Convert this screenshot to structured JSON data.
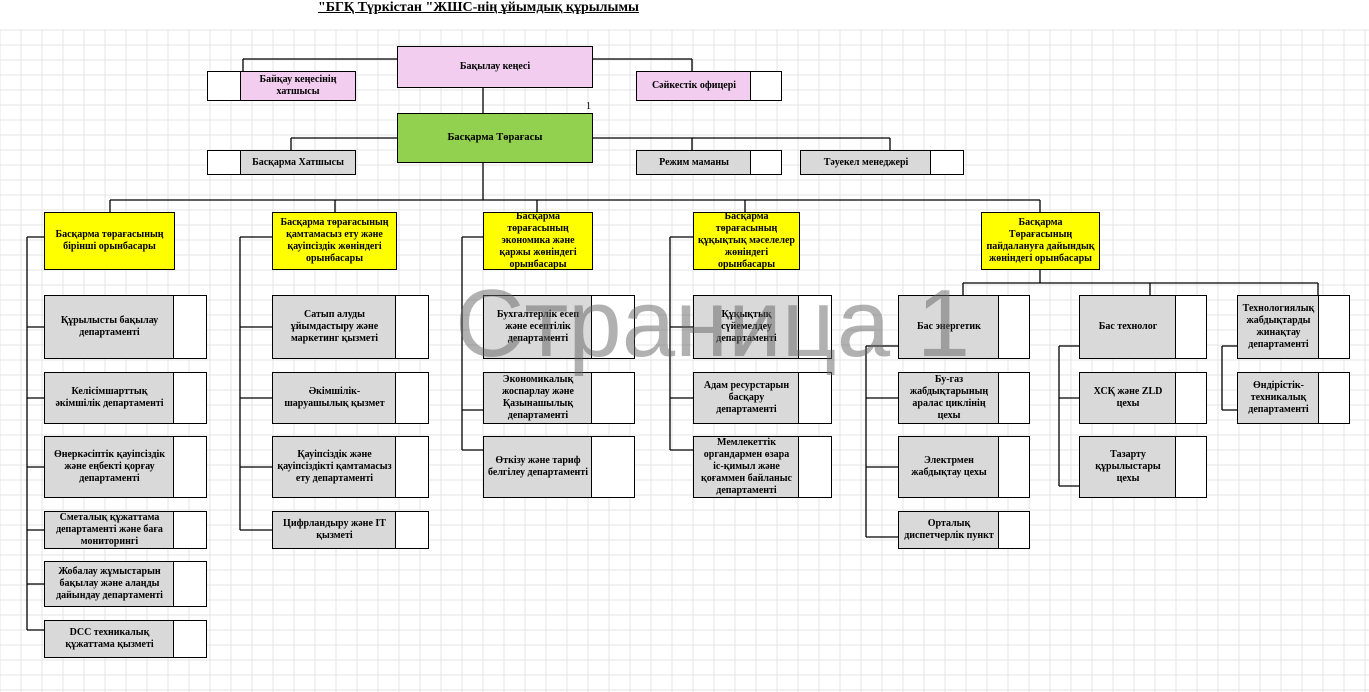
{
  "title": "\"БГҚ Түркістан \"ЖШС-нің  ұйымдық құрылымы",
  "page_number": "1",
  "watermark": "Страница 1",
  "colors": {
    "top": "#f2cdf0",
    "chair": "#92d050",
    "deputy": "#ffff00",
    "dept": "#d9d9d9"
  },
  "top": {
    "supervisory_board": "Бақылау кеңесі",
    "board_secretary": "Байқау кеңесінің хатшысы",
    "compliance": "Сәйкестік офицері"
  },
  "chairman": {
    "label": "Басқарма Төрағасы",
    "secretary": "Басқарма Хатшысы",
    "regime": "Режим маманы",
    "risk": "Тәуекел менеджері"
  },
  "deputies": {
    "first": "Басқарма төрағасының бірінші орынбасары",
    "security": "Басқарма төрағасының қамтамасыз ету және қауіпсіздік жөніндегі орынбасары",
    "economy": "Басқарма төрағасының экономика және қаржы жөніндегі орынбасары",
    "legal": "Басқарма төрағасының құқықтық мәселелер жөніндегі орынбасары",
    "operation": "Басқарма Төрағасының пайдалануға дайындық жөніндегі орынбасары"
  },
  "first_deputy_depts": [
    "Құрылысты бақылау департаменті",
    "Келісімшарттық әкімшілік департаменті",
    "Өнеркәсіптік қауіпсіздік және еңбекті қорғау департаменті",
    "Сметалық құжаттама департаменті және баға мониторингі",
    "Жобалау жұмыстарын бақылау және алаңды дайындау департаменті",
    "DCC техникалық құжаттама қызметі"
  ],
  "security_depts": [
    "Сатып алуды ұйымдастыру және маркетинг қызметі",
    "Әкімшілік-шаруашылық қызмет",
    "Қауіпсіздік және қауіпсіздікті қамтамасыз ету департаменті",
    "Цифрландыру және IT қызметі"
  ],
  "economy_depts": [
    "Бухгалтерлік есеп және есептілік департаменті",
    "Экономикалық жоспарлау және Қазынашылық департаменті",
    "Өткізу және тариф белгілеу департаменті"
  ],
  "legal_depts": [
    "Құқықтық сүйемелдеу департаменті",
    "Адам ресурстарын басқару департаменті",
    "Мемлекеттік органдармен өзара іс-қимыл және қоғаммен байланыс департаменті"
  ],
  "energy": {
    "head": "Бас энергетик",
    "units": [
      "Бу-газ жабдықтарының аралас циклінің цехы",
      "Электрмен жабдықтау цехы",
      "Орталық диспетчерлік пункт"
    ]
  },
  "technology": {
    "head": "Бас технолог",
    "units": [
      "ХСҚ және ZLD цехы",
      "Тазарту құрылыстары цехы"
    ]
  },
  "tech_depts": [
    "Технологиялық жабдықтарды жинақтау департаменті",
    "Өндірістік-техникалық департаменті"
  ]
}
